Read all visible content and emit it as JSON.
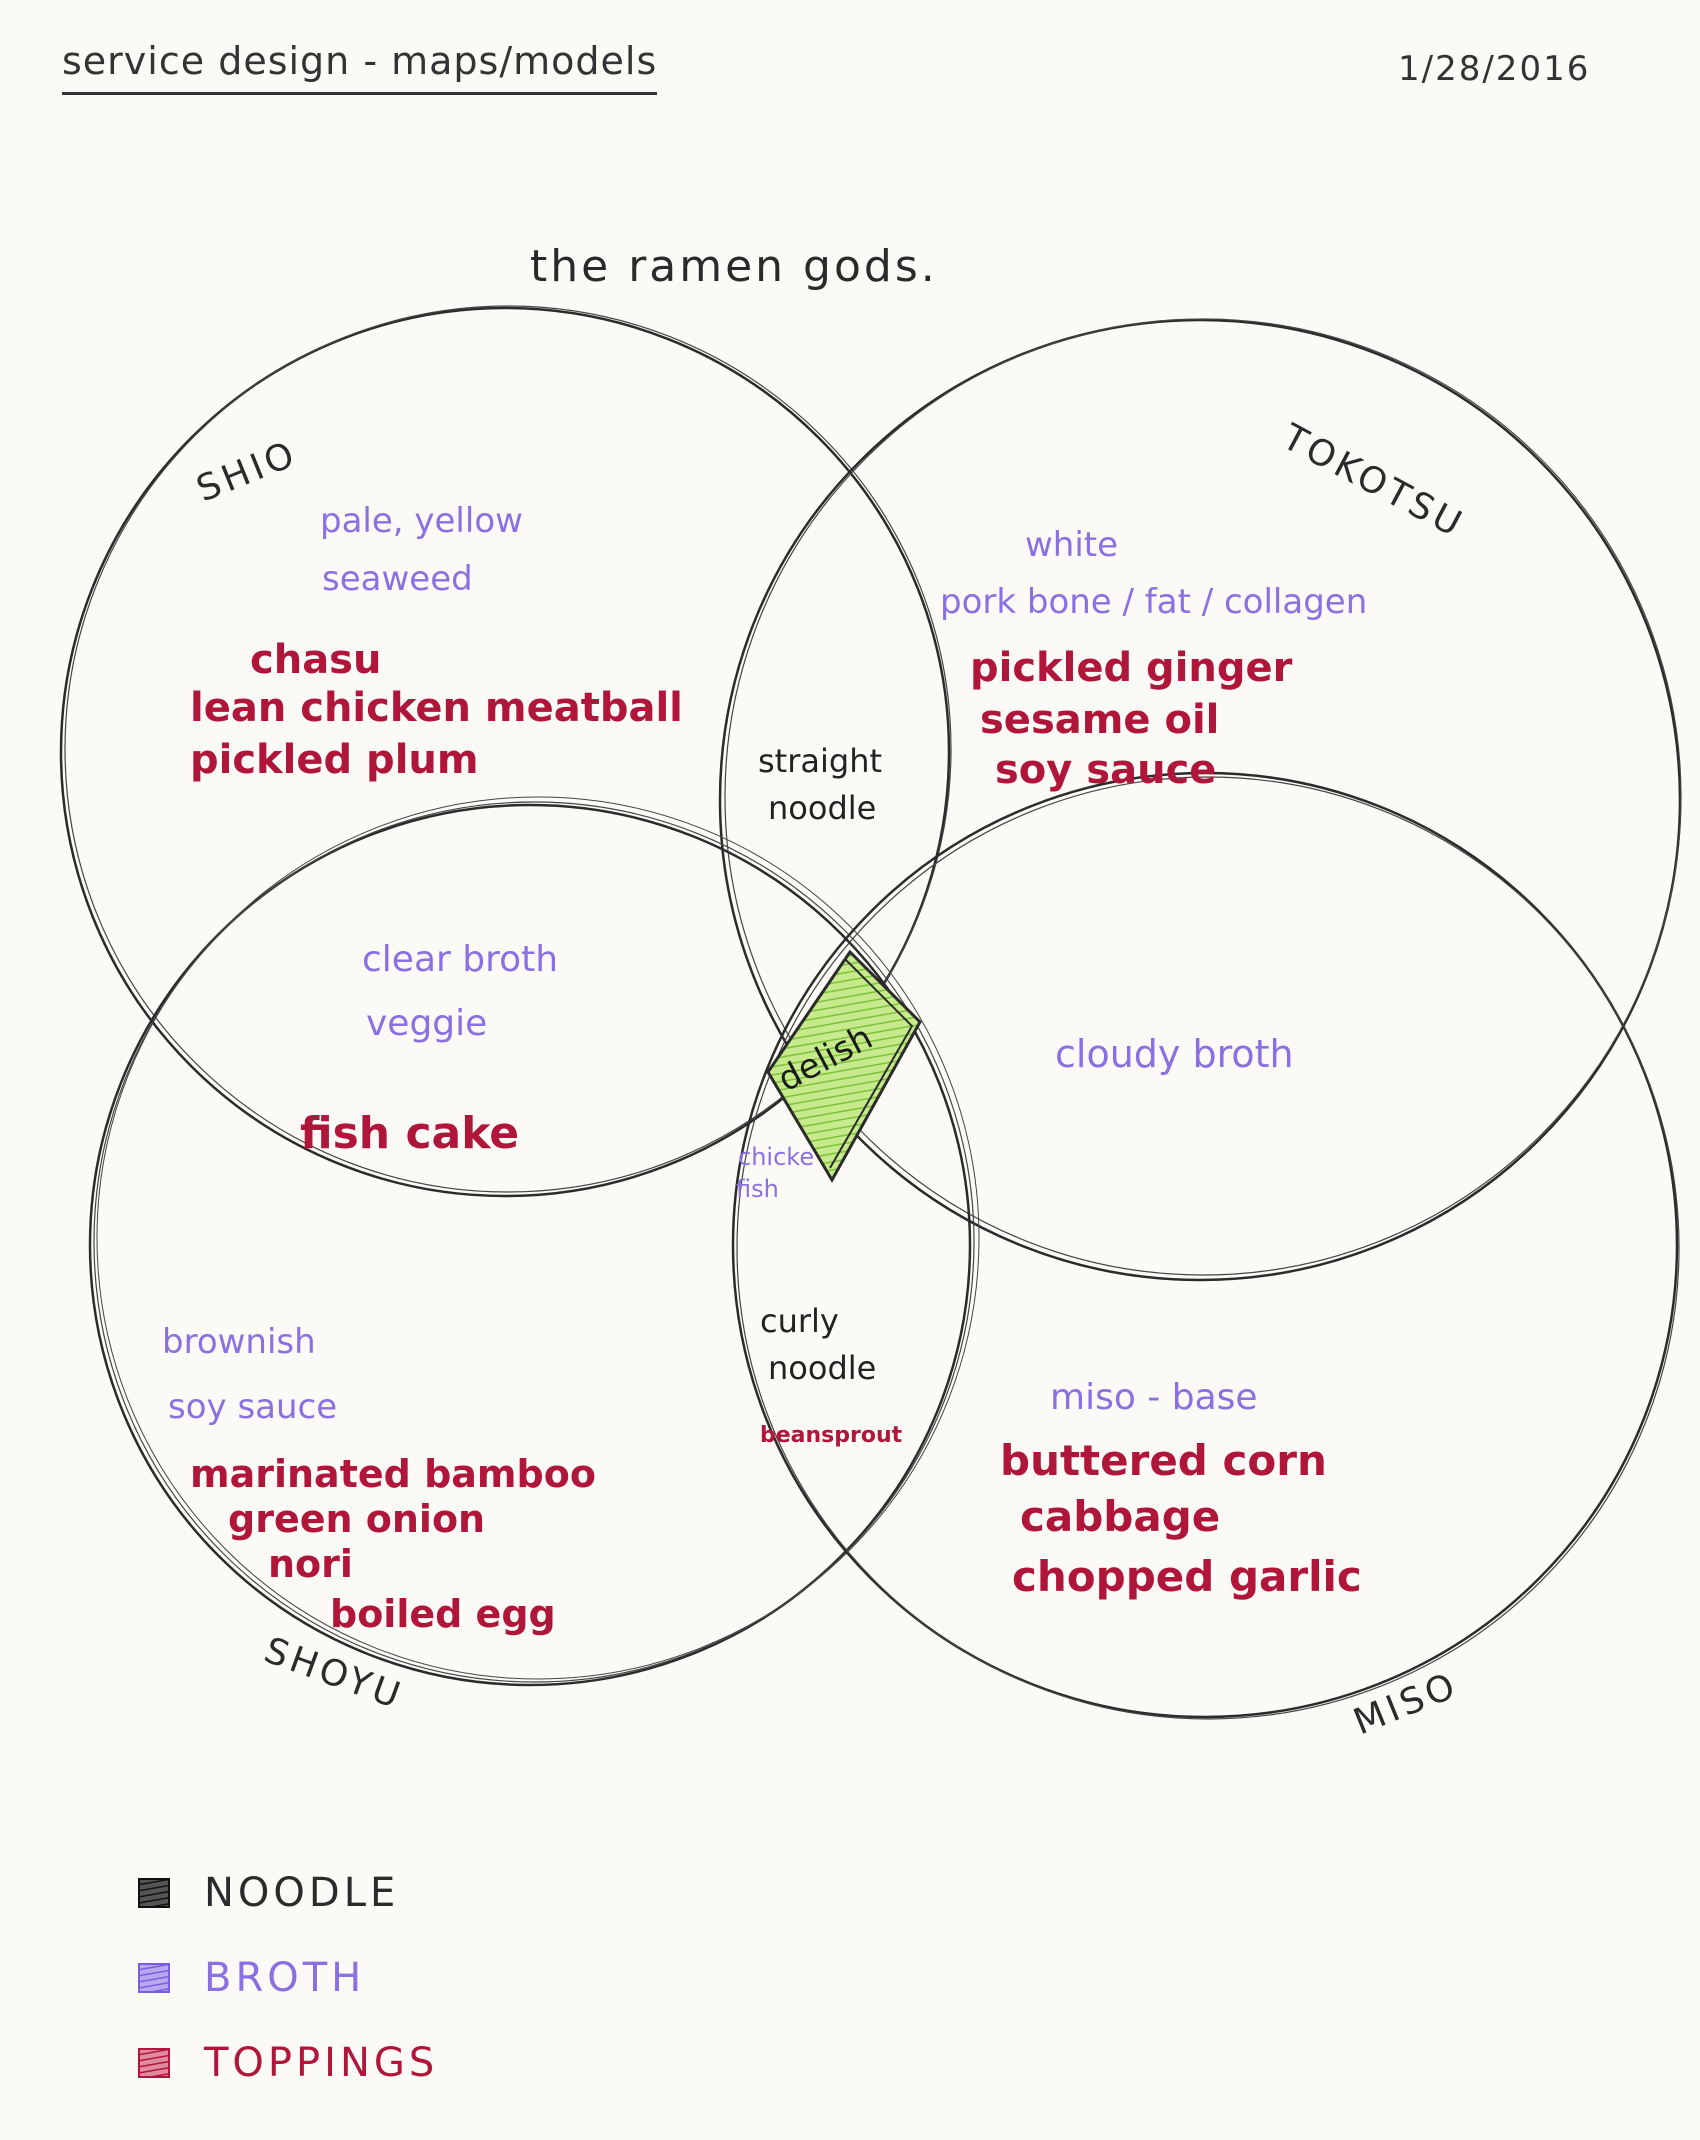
{
  "header": {
    "title": "service design - maps/models",
    "date": "1/28/2016"
  },
  "diagram_title": "the ramen gods.",
  "circles": {
    "shio": "SHIO",
    "tokotsu": "TOKOTSU",
    "shoyu": "SHOYU",
    "miso": "MISO"
  },
  "regions": {
    "shio": {
      "broth": [
        "pale, yellow",
        "seaweed"
      ],
      "toppings": [
        "chasu",
        "lean chicken meatball",
        "pickled plum"
      ]
    },
    "tokotsu": {
      "broth": [
        "white",
        "pork bone / fat / collagen"
      ],
      "toppings": [
        "pickled ginger",
        "sesame oil",
        "soy sauce"
      ]
    },
    "shio_tokotsu": {
      "noodle": [
        "straight",
        "noodle"
      ]
    },
    "shio_shoyu": {
      "broth": [
        "clear broth",
        "veggie"
      ],
      "toppings": [
        "fish cake"
      ]
    },
    "tokotsu_miso": {
      "broth": [
        "cloudy broth"
      ]
    },
    "center": {
      "label": "delish"
    },
    "center_lower": {
      "broth": [
        "chicke",
        "fish"
      ]
    },
    "shoyu_miso": {
      "noodle": [
        "curly",
        "noodle"
      ],
      "toppings": [
        "beansprout"
      ]
    },
    "shoyu": {
      "broth": [
        "brownish",
        "soy sauce"
      ],
      "toppings": [
        "marinated bamboo",
        "green onion",
        "nori",
        "boiled egg"
      ]
    },
    "miso": {
      "broth": [
        "miso - base"
      ],
      "toppings": [
        "buttered corn",
        "cabbage",
        "chopped garlic"
      ]
    }
  },
  "legend": [
    {
      "label": "NOODLE",
      "color": "#222222"
    },
    {
      "label": "BROTH",
      "color": "#8a70e0"
    },
    {
      "label": "TOPPINGS",
      "color": "#b0163a"
    }
  ],
  "colors": {
    "ink": "#222222",
    "broth": "#8a70e0",
    "toppings": "#b0163a",
    "highlight": "#9ad64a"
  }
}
